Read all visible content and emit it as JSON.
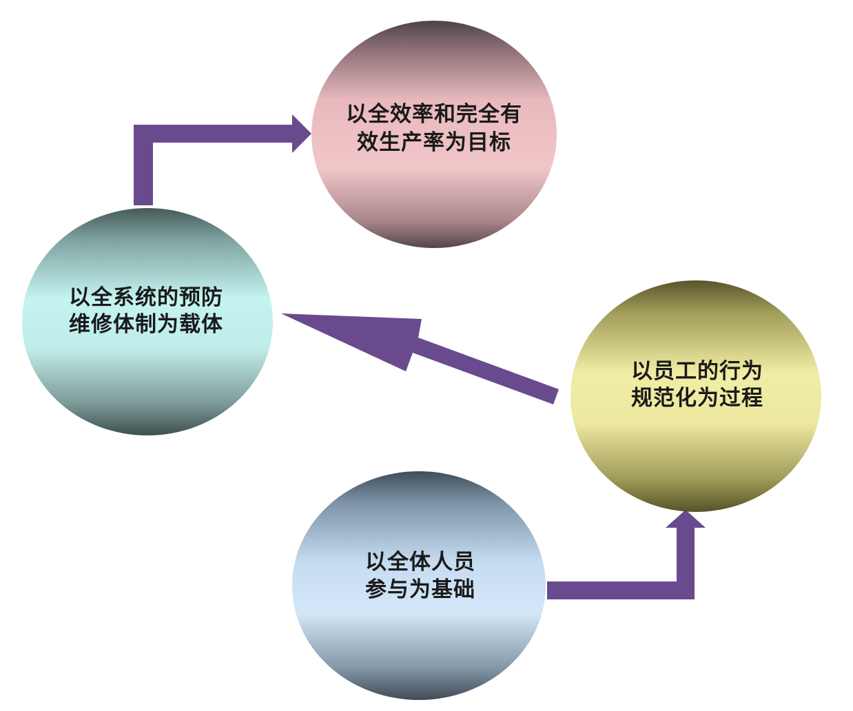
{
  "nodes": {
    "goal": {
      "line1": "以全效率和完全有",
      "line2": "效生产率为目标"
    },
    "carrier": {
      "line1": "以全系统的预防",
      "line2": "维修体制为载体"
    },
    "process": {
      "line1": "以员工的行为",
      "line2": "规范化为过程"
    },
    "base": {
      "line1": "以全体人员",
      "line2": "参与为基础"
    }
  },
  "colors": {
    "arrow": "#6a4a8e",
    "goal": "#e8b9bd",
    "carrier": "#c4f4f0",
    "process": "#f0eda4",
    "base": "#cfe4f8"
  }
}
